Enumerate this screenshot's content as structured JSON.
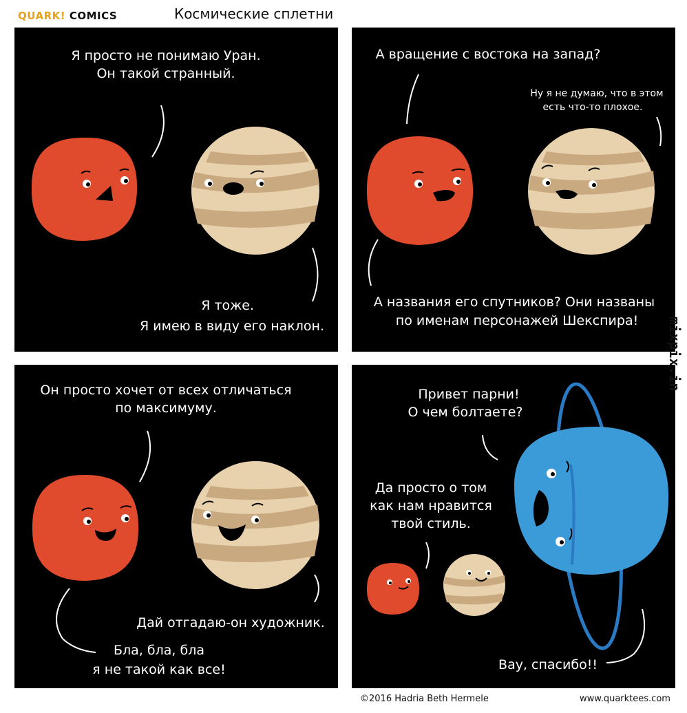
{
  "header": {
    "brand_quark": "QUARK!",
    "brand_comics": "COMICS",
    "title": "Космические сплетни"
  },
  "panels": [
    {
      "captions": {
        "top_line1": "Я просто не понимаю Уран.",
        "top_line2": "Он такой странный.",
        "bottom_line1": "Я тоже.",
        "bottom_line2": "Я имею в виду его наклон."
      }
    },
    {
      "captions": {
        "top_line1": "А вращение с востока на запад?",
        "side_line1": "Ну я не думаю, что в этом",
        "side_line2": "есть что-то плохое.",
        "bottom_line1": "А названия его спутников? Они названы",
        "bottom_line2": "по именам персонажей Шекспира!"
      }
    },
    {
      "captions": {
        "top_line1": "Он просто хочет от всех отличаться",
        "top_line2": "по максимуму.",
        "right_line1": "Дай отгадаю-он художник.",
        "bottom_line1": "Бла, бла, бла",
        "bottom_line2": "я не такой как все!"
      }
    },
    {
      "captions": {
        "top_line1": "Привет парни!",
        "top_line2": "О чем болтаете?",
        "mid_line1": "Да просто о том",
        "mid_line2": "как нам нравится",
        "mid_line3": "твой стиль.",
        "bottom_line1": "Вау, спасибо!!"
      }
    }
  ],
  "footer": {
    "copyright": "©2016 Hadria Beth Hermele",
    "website": "www.quarktees.com"
  },
  "watermark": "mixpix.in",
  "colors": {
    "mars": "#e04a2d",
    "venus_base": "#e8d1ad",
    "venus_band": "#c9a97f",
    "uranus": "#3b9bd8",
    "uranus_ring": "#2a7ac4",
    "background": "#000000"
  }
}
